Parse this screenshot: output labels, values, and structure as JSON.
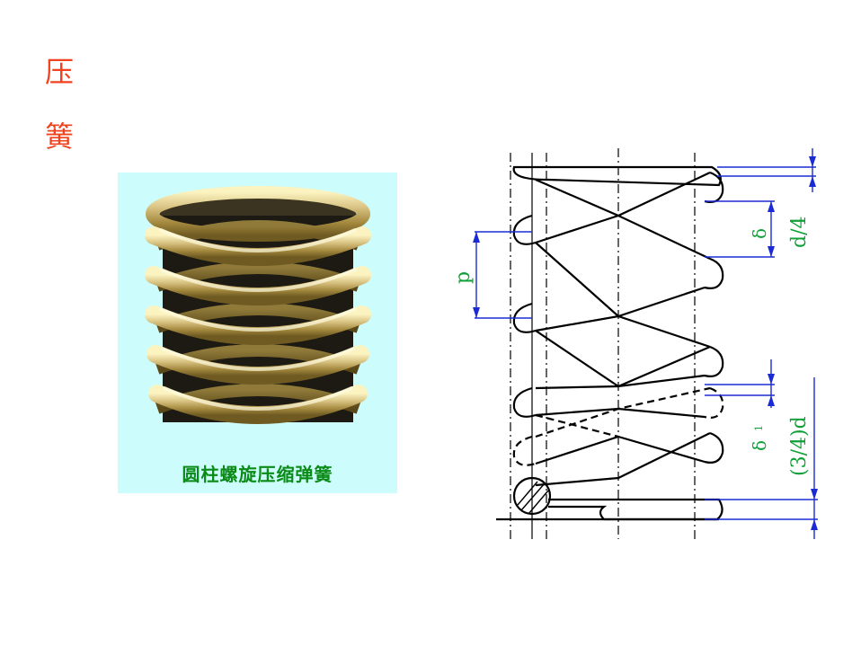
{
  "title": {
    "char1": "压",
    "char2": "簧"
  },
  "photo": {
    "caption": "圆柱螺旋压缩弹簧"
  },
  "drawing": {
    "labels": {
      "pitch": "p",
      "delta": "δ",
      "d_quarter": "d/4",
      "delta1": "δ",
      "delta1_sub": "1",
      "three_quarter_d": "(3/4)d"
    }
  }
}
